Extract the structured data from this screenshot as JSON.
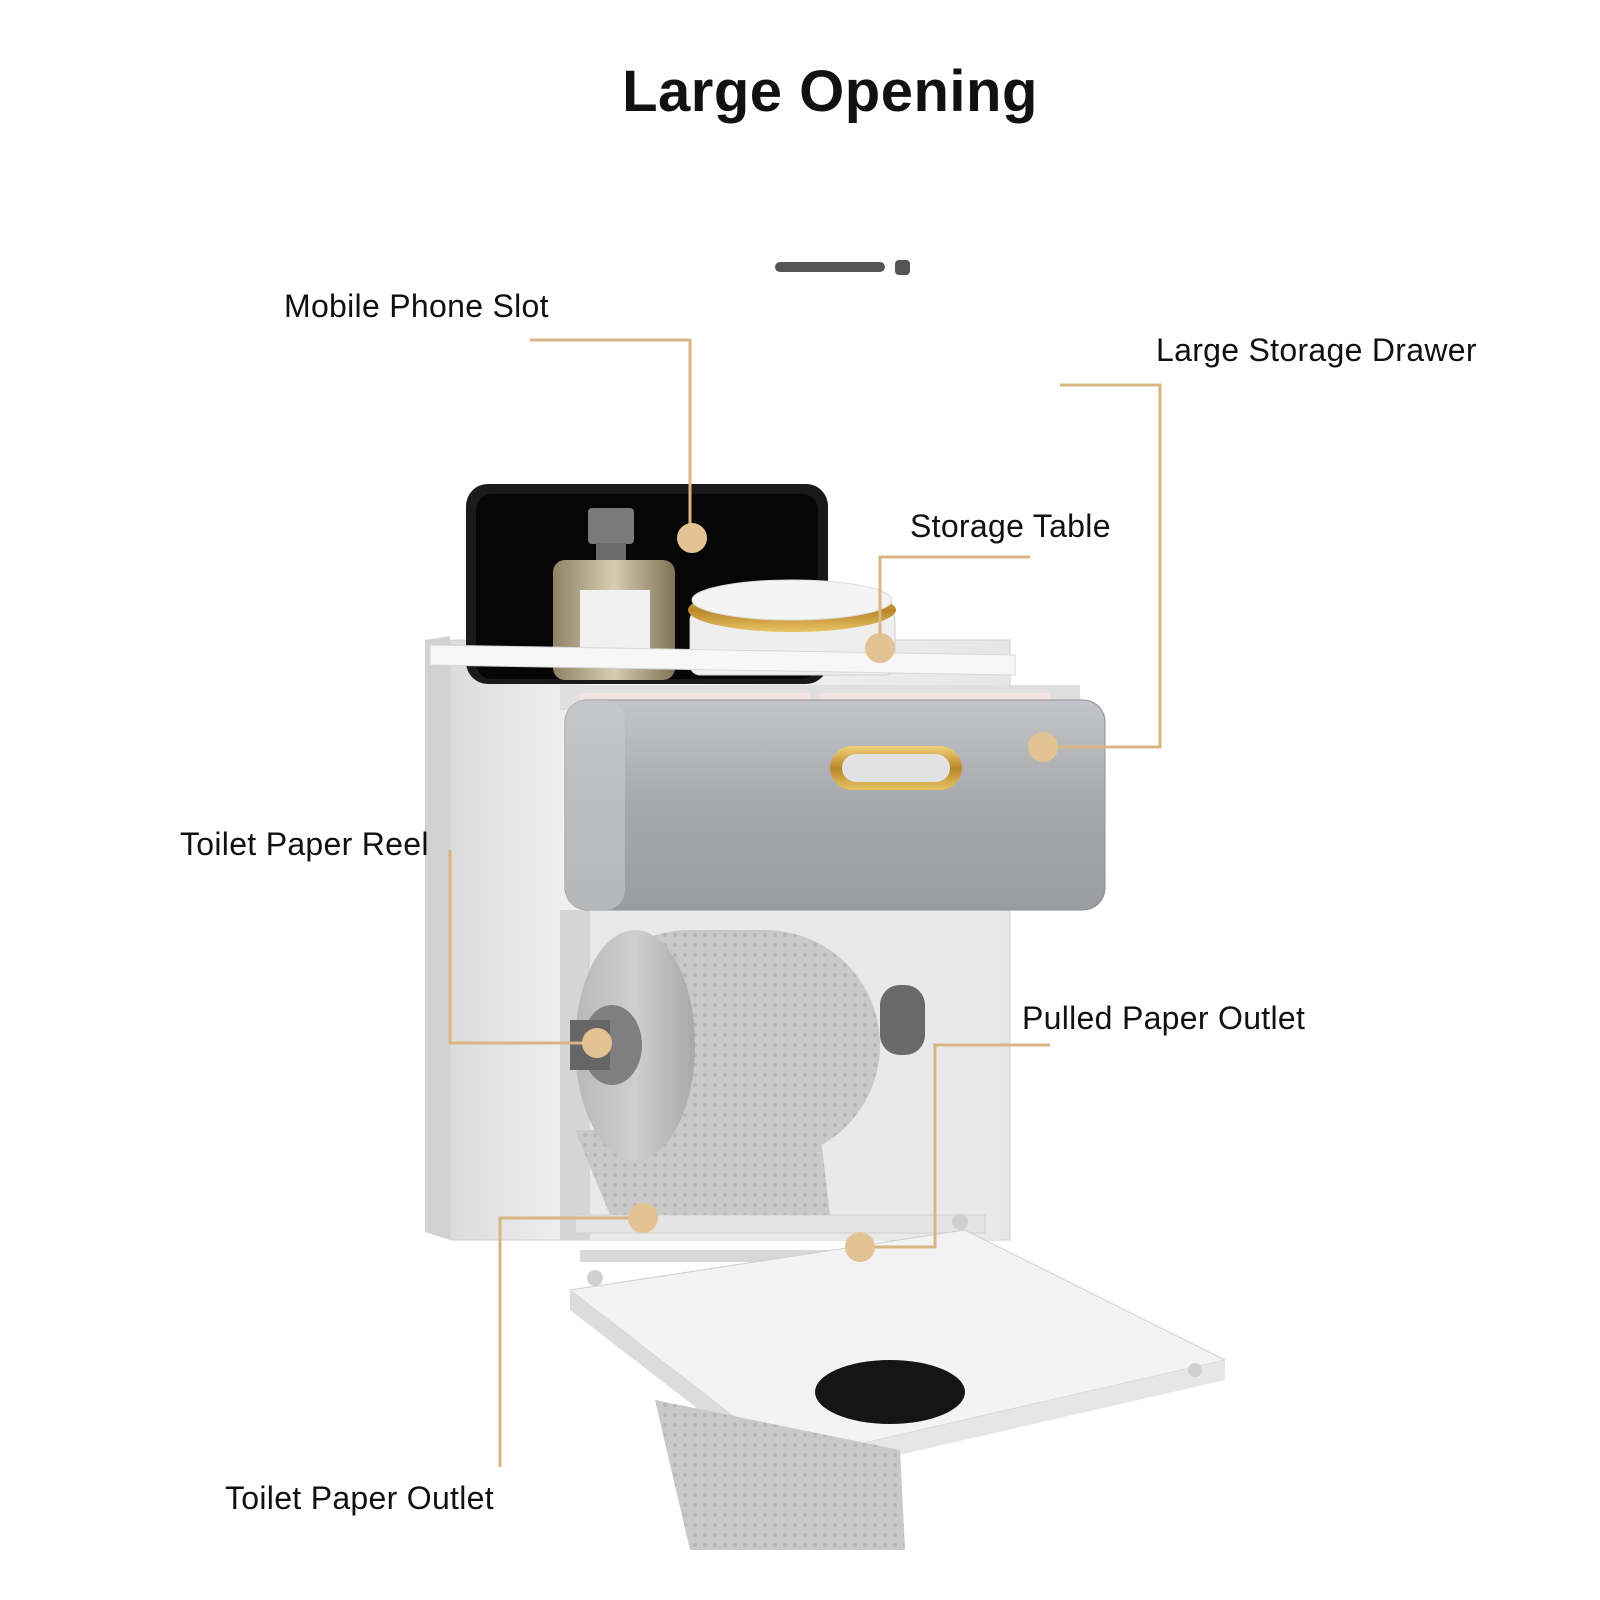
{
  "title": "Large Opening",
  "callouts": {
    "mobile_phone_slot": "Mobile Phone Slot",
    "large_storage_drawer": "Large Storage Drawer",
    "storage_table": "Storage Table",
    "toilet_paper_reel": "Toilet Paper Reel",
    "pulled_paper_outlet": "Pulled Paper Outlet",
    "toilet_paper_outlet": "Toilet Paper Outlet"
  },
  "colors": {
    "leader_line": "#d9b583",
    "dot": "#e3c393",
    "body": "#f2f2f2",
    "drawer": "#a9abae",
    "gold": "#c99a3c"
  }
}
